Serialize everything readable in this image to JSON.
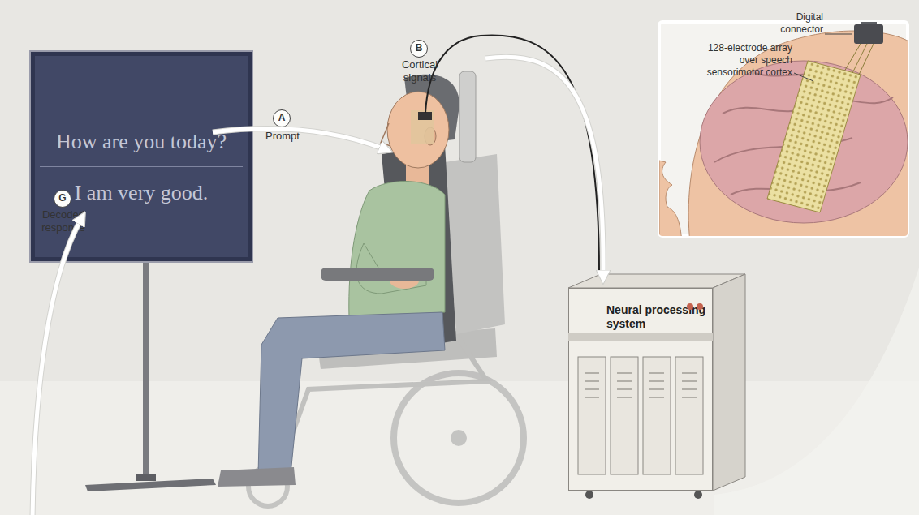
{
  "diagram": {
    "nodes": [
      {
        "text": [
          "How are you today?",
          "I am very good."
        ]
      },
      {
        "text": [
          "A"
        ]
      },
      {
        "text": [
          "B"
        ]
      },
      {
        "text": [
          "G"
        ]
      },
      {
        "text": [
          "Neural processing system"
        ]
      }
    ],
    "labels": [
      "Prompt",
      "Cortical signals",
      "Digital connector",
      "128-electrode array over speech sensorimotor cortex",
      "Decoded response"
    ]
  }
}
